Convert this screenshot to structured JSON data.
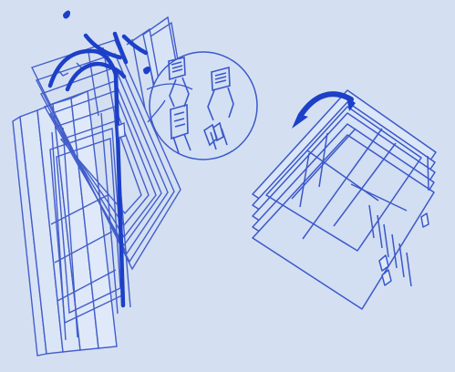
{
  "diagram": {
    "theme": {
      "background": "#d3e0f3",
      "line": "#3b58c9",
      "strap": "#1f3fc7",
      "frame_fill": "#dbe6f7"
    },
    "panels": [
      {
        "id": "stacked-door-frames",
        "kind": "vertical-stack"
      },
      {
        "id": "stacked-window-frames",
        "kind": "horizontal-stack"
      },
      {
        "id": "buckle-detail",
        "kind": "magnified-callout"
      }
    ],
    "icons": [
      "strap-icon",
      "buckle-icon",
      "curved-arrow-icon",
      "water-drop-icon"
    ]
  }
}
